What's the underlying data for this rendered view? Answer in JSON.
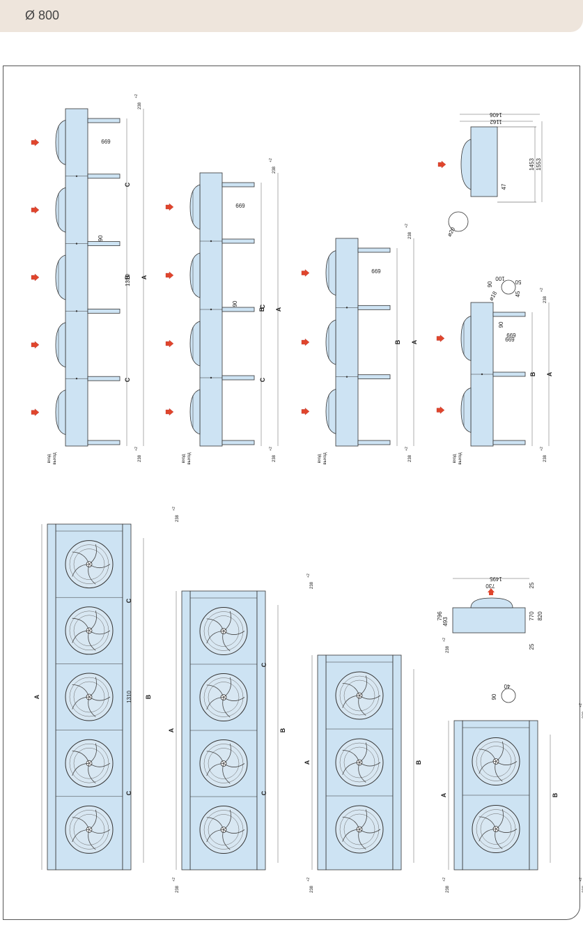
{
  "header": {
    "title": "Ø 800"
  },
  "labels": {
    "A": "A",
    "B": "B",
    "C": "C",
    "d238": "238",
    "tol": "+2",
    "tol0": "0",
    "d699": "699",
    "d90": "90",
    "d1310": "1310",
    "d45": "45",
    "d50": "50",
    "d100": "100",
    "d18": "ø18",
    "d20": "ø20",
    "d1406": "1406",
    "d1162": "1162",
    "d1453": "1453",
    "d1553": "1553",
    "d47": "47",
    "d1495": "1495",
    "d730": "730",
    "d796": "796",
    "d493": "493",
    "d770": "770",
    "d820": "820",
    "d25": "25",
    "d40": "40",
    "inlet": "вход",
    "outlet": "выход"
  },
  "colors": {
    "unit": "#cde3f3",
    "fan_arrow": "#e0452c",
    "line": "#333333",
    "header": "#eee5dc"
  }
}
